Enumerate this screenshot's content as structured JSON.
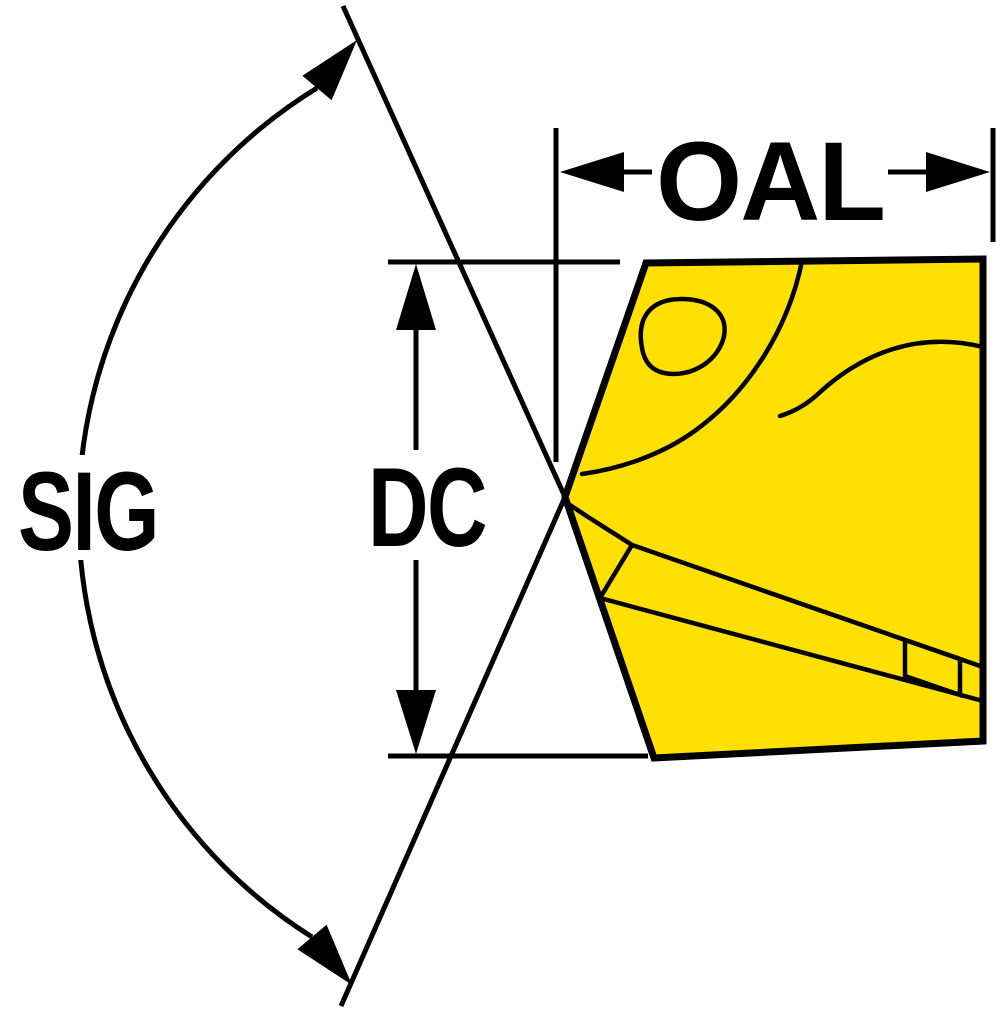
{
  "diagram": {
    "kind": "drill-tip-dimension-diagram",
    "labels": {
      "sig": "SIG",
      "dc": "DC",
      "oal": "OAL"
    },
    "colors": {
      "insert_fill": "#FFE000",
      "line": "#000000",
      "background": "#FFFFFF"
    }
  }
}
